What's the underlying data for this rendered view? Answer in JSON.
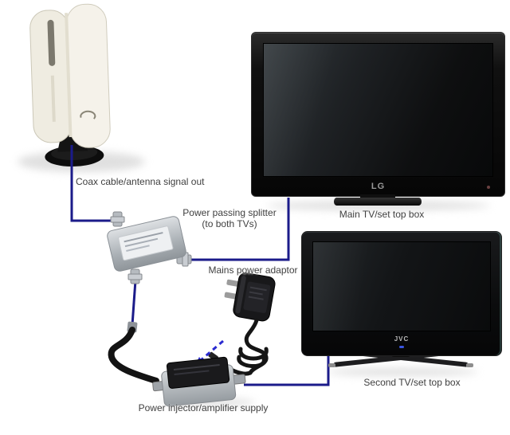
{
  "labels": {
    "antenna_cable": "Coax cable/antenna signal out",
    "splitter_line1": "Power passing splitter",
    "splitter_line2": "(to both TVs)",
    "power_plug": "Mains power adaptor",
    "tv_main": "Main TV/set top box",
    "tv_second": "Second TV/set top box",
    "injector": "Power injector/amplifier supply"
  },
  "brands": {
    "tv_main": "LG",
    "tv_second": "JVC"
  },
  "colors": {
    "cable": "#1b1b8a",
    "arrow": "#2a2ad0",
    "label_text": "#3f3f3f",
    "background": "#ffffff"
  }
}
